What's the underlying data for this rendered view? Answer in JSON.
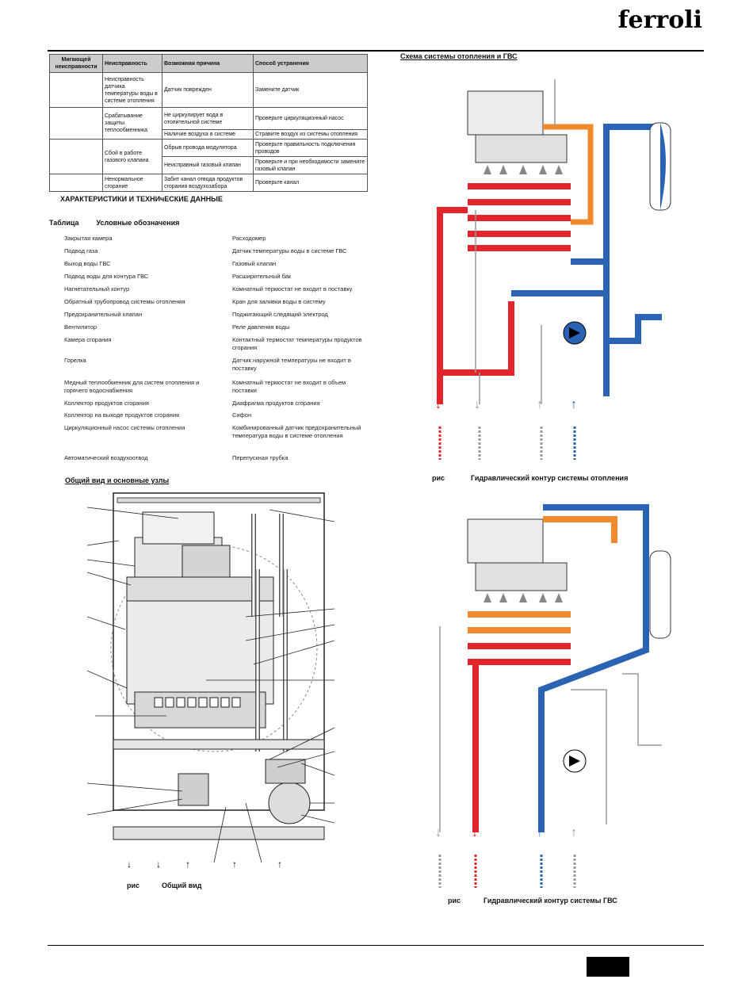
{
  "brand": "ferroli",
  "fault_table": {
    "headers": [
      "Мигающей неисправности",
      "Неисправность",
      "Возможная причина",
      "Способ устранения"
    ],
    "rows": [
      {
        "fault": "Неисправность датчика температуры воды в системе отопления",
        "causes": [
          "Датчик поврежден"
        ],
        "fixes": [
          "Замените датчик"
        ]
      },
      {
        "fault": "Срабатывание защиты теплообменника",
        "causes": [
          "Не циркулирует вода в отопительной системе",
          "Наличие воздуха в системе"
        ],
        "fixes": [
          "Проверьте циркуляционный насос",
          "Стравите воздух из системы отопления"
        ]
      },
      {
        "fault": "Сбой в работе газового клапана",
        "causes": [
          "Обрыв провода модулятора",
          "Неисправный газовый клапан"
        ],
        "fixes": [
          "Проверьте правильность подключения проводов",
          "Проверьте и при необходимости замените газовый клапан"
        ]
      },
      {
        "fault": "Ненормальное сгорание",
        "causes": [
          "Забит канал отвода продуктов сгорания воздухозабора"
        ],
        "fixes": [
          "Проверьте канал"
        ]
      }
    ]
  },
  "section_characteristics": "ХАРАКТЕРИСТИКИ И ТЕХНИчЕСКИЕ ДАННЫЕ",
  "table_label": "Таблица",
  "table_title": "Условные обозначения",
  "legend_left": [
    "Закрытая камера",
    "Подвод газа",
    "Выход воды ГВС",
    "Подвод воды для контура ГВС",
    "Нагнетательный контур",
    "Обратный трубопровод системы отопления",
    "Предохранительный клапан",
    "Вентилятор",
    "Камера сгорания",
    "Горелка",
    "Медный теплообменник для систем отопления и горячего водоснабжения",
    "Коллектор продуктов сгорания",
    "Коллектор на выходе продуктов сгорания",
    "Циркуляционный насос системы отопления",
    "Автоматический воздухоотвод"
  ],
  "legend_right": [
    "Расходомер",
    "Датчик температуры воды в системе ГВС",
    "Газовый клапан",
    "Расширительный бак",
    "Комнатный термостат  не входит в поставку",
    "Кран для заливки воды в систему",
    "Поджигающий следящий электрод",
    "Реле давления воды",
    "Контактный термостат температуры продуктов сгорания",
    "Датчик наружной температуры  не входит в поставку",
    "Комнатный термостат  не входит в объем поставки",
    "Диафрагма продуктов сгорания",
    "Сифон",
    "Комбинированный датчик  предохранительный    температура воды в системе отопления",
    "Перепускная трубка"
  ],
  "section_general": "Общий вид и основные узлы",
  "section_scheme": "Схема системы отопления и ГВС",
  "fig_label": "рис",
  "caption_general": "Общий вид",
  "caption_heating": "Гидравлический контур системы отопления",
  "caption_dhw": "Гидравлический контур системы ГВС",
  "colors": {
    "hot": "#e2242b",
    "cold": "#2a63b4",
    "orange": "#f08a2c",
    "grey": "#9a9a9a"
  }
}
